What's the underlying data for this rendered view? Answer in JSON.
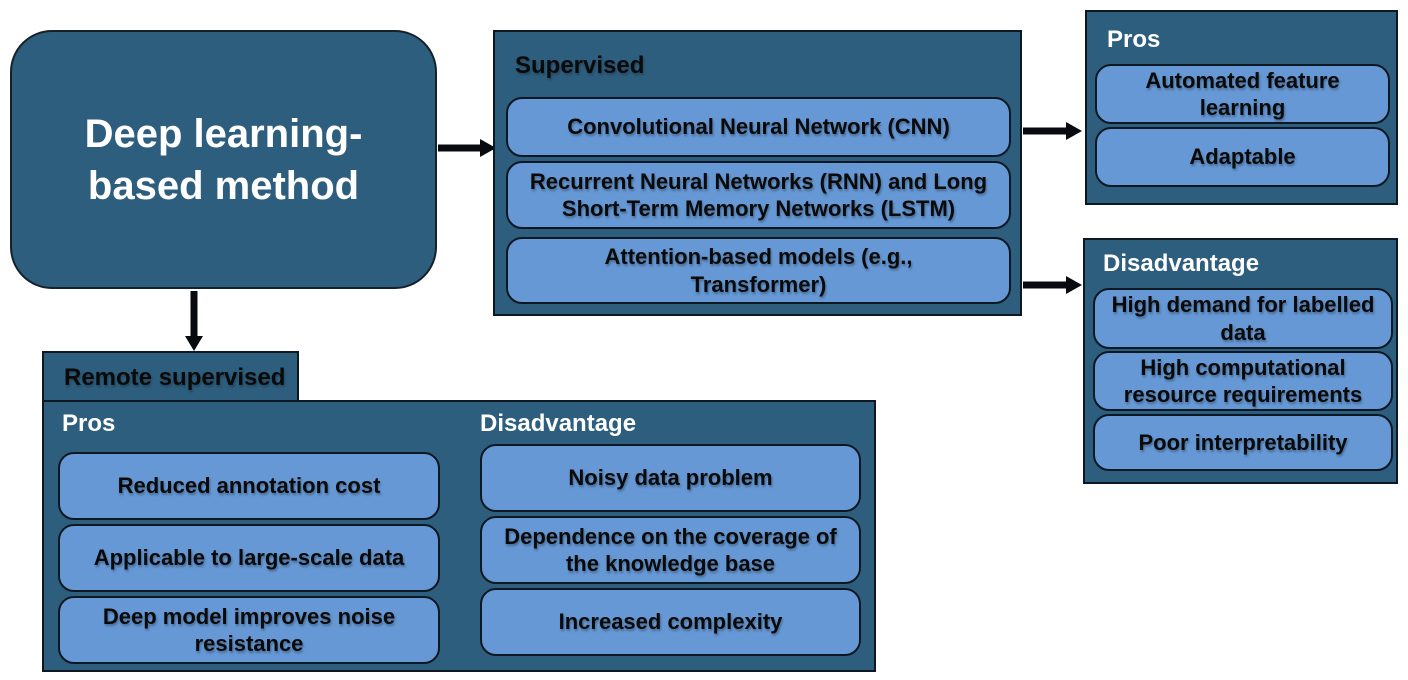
{
  "root": {
    "title": "Deep learning-based method"
  },
  "supervised": {
    "label": "Supervised",
    "items": [
      "Convolutional Neural Network (CNN)",
      "Recurrent Neural Networks (RNN) and Long Short-Term Memory Networks (LSTM)",
      "Attention-based models (e.g., Transformer)"
    ],
    "pros": {
      "label": "Pros",
      "items": [
        "Automated feature learning",
        "Adaptable"
      ]
    },
    "cons": {
      "label": "Disadvantage",
      "items": [
        "High demand for labelled data",
        "High computational resource requirements",
        "Poor interpretability"
      ]
    }
  },
  "remote": {
    "label": "Remote supervised",
    "pros": {
      "label": "Pros",
      "items": [
        "Reduced annotation cost",
        "Applicable to large-scale data",
        "Deep model improves noise resistance"
      ]
    },
    "cons": {
      "label": "Disadvantage",
      "items": [
        "Noisy data problem",
        "Dependence on the coverage of the knowledge base",
        "Increased complexity"
      ]
    }
  },
  "colors": {
    "container_fill": "#2D5E7E",
    "item_fill": "#6598D4",
    "border": "#0d1822",
    "arrow": "#070b10",
    "title_text": "#ffffff",
    "item_text": "#0a0a0a"
  }
}
